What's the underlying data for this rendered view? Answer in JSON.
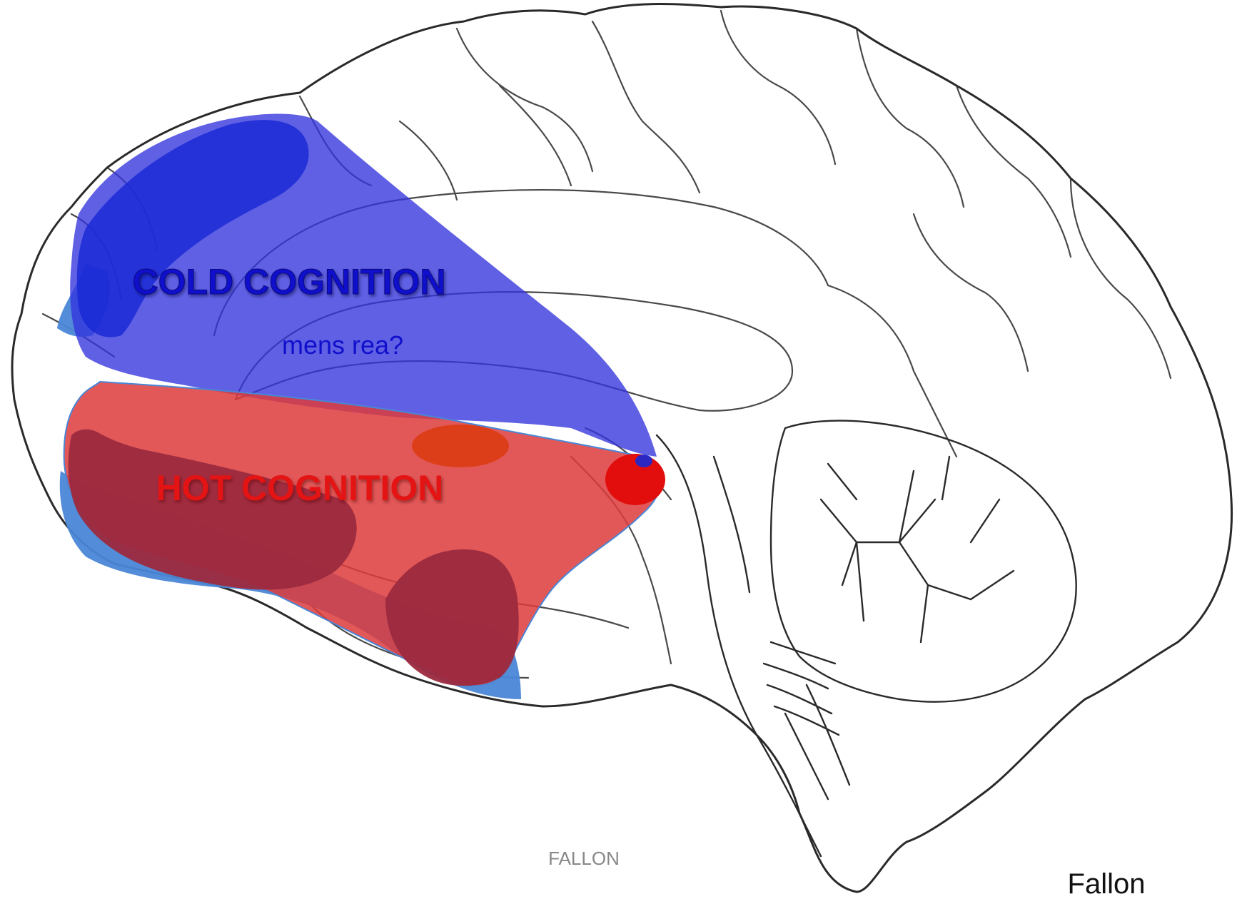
{
  "labels": {
    "cold": "COLD COGNITION",
    "cold_sub": "mens rea?",
    "hot": "HOT COGNITION",
    "watermark": "FALLON",
    "signature": "Fallon"
  },
  "colors": {
    "cold_region": "#3333dd",
    "cold_dark": "#1a2ad6",
    "cold_text": "#1010cc",
    "hot_region": "#dd3b3b",
    "hot_dark": "#9c2a3e",
    "hot_text": "#e41414",
    "underlay_blue": "#4a86d6",
    "node_red": "#e20e0e",
    "node_orange": "#dc3d17",
    "watermark_text": "#888888",
    "signature_text": "#111111",
    "sketch_line": "#2a2a2a"
  }
}
